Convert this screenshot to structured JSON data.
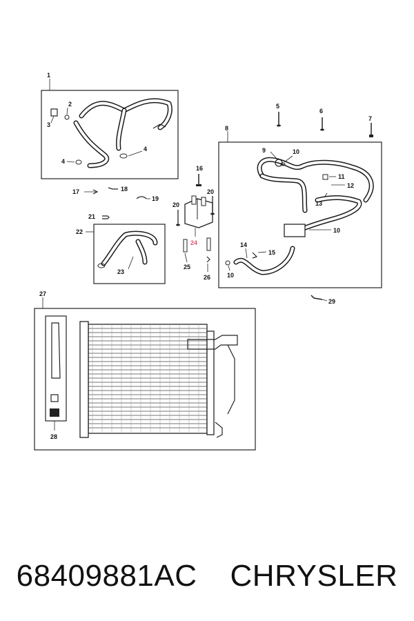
{
  "diagram": {
    "callouts": {
      "c1": "1",
      "c2": "2",
      "c3": "3",
      "c4a": "4",
      "c4b": "4",
      "c5": "5",
      "c6": "6",
      "c7": "7",
      "c8": "8",
      "c9": "9",
      "c10a": "10",
      "c10b": "10",
      "c10c": "10",
      "c11": "11",
      "c12": "12",
      "c13": "13",
      "c14": "14",
      "c15": "15",
      "c16": "16",
      "c17": "17",
      "c18": "18",
      "c19": "19",
      "c20a": "20",
      "c20b": "20",
      "c21": "21",
      "c22": "22",
      "c23": "23",
      "c24": "24",
      "c25": "25",
      "c26": "26",
      "c27": "27",
      "c28": "28",
      "c29": "29"
    },
    "highlight_color": "#e0566b"
  },
  "footer": {
    "part_number": "68409881AC",
    "brand": "CHRYSLER"
  }
}
